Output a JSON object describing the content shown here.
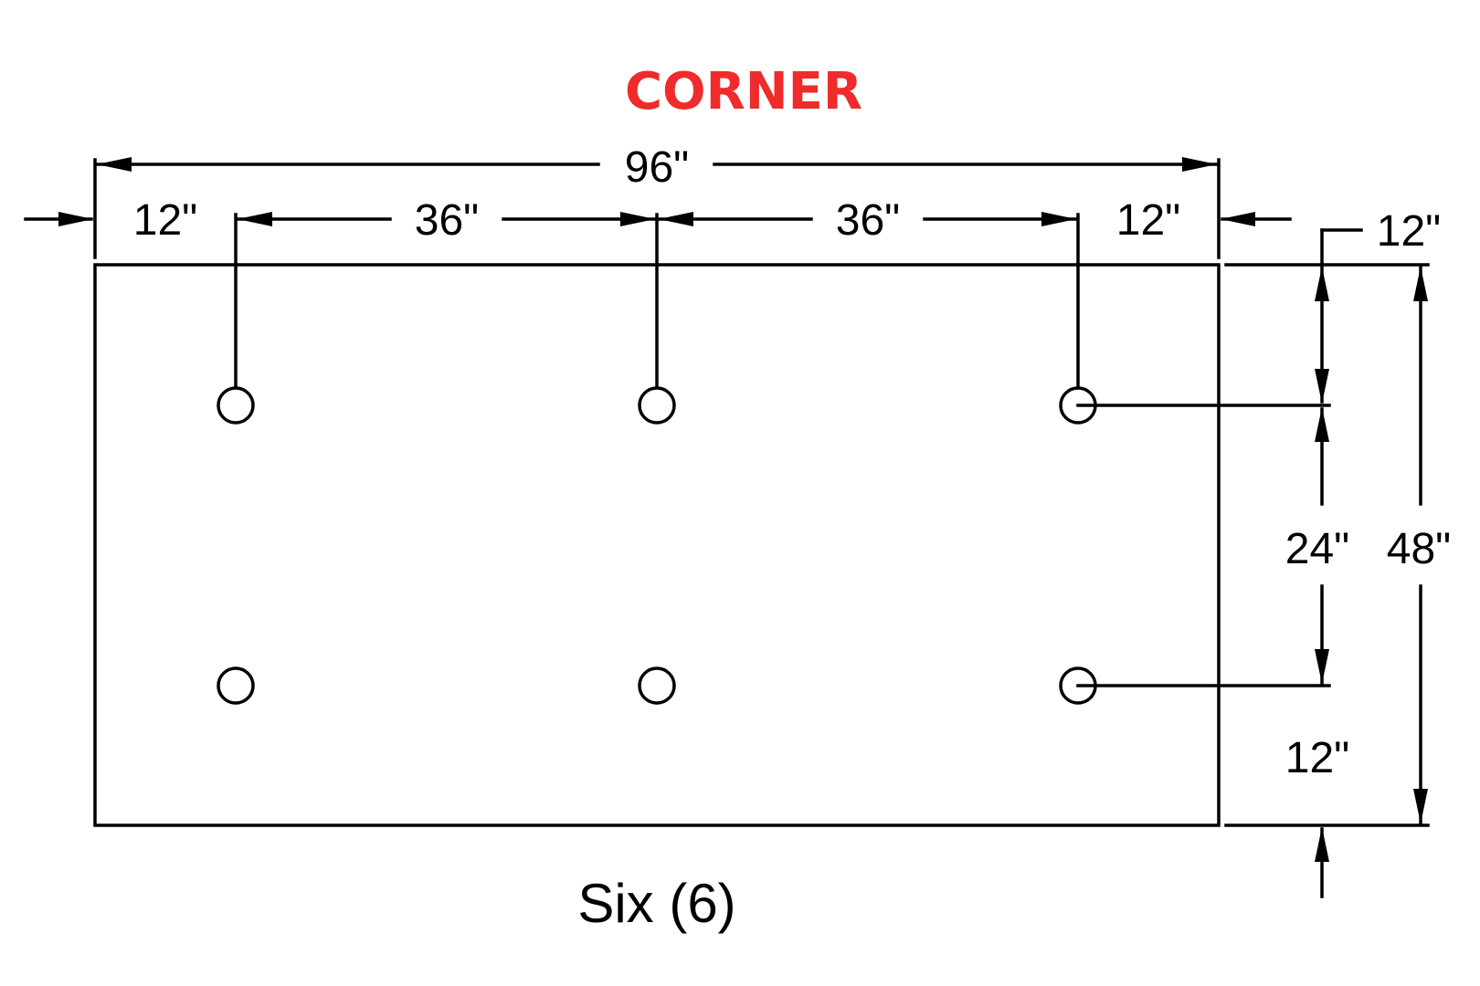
{
  "title": "CORNER",
  "title_color": "#ef2b2b",
  "caption": "Six (6)",
  "dimensions": {
    "overall_width": "96\"",
    "left_edge": "12\"",
    "spacing_left": "36\"",
    "spacing_right": "36\"",
    "right_edge": "12\"",
    "top_edge": "12\"",
    "row_spacing": "24\"",
    "overall_height": "48\"",
    "bottom_edge": "12\""
  },
  "holes": {
    "count": 6,
    "columns_in": [
      12,
      48,
      84
    ],
    "rows_in": [
      12,
      36
    ]
  }
}
